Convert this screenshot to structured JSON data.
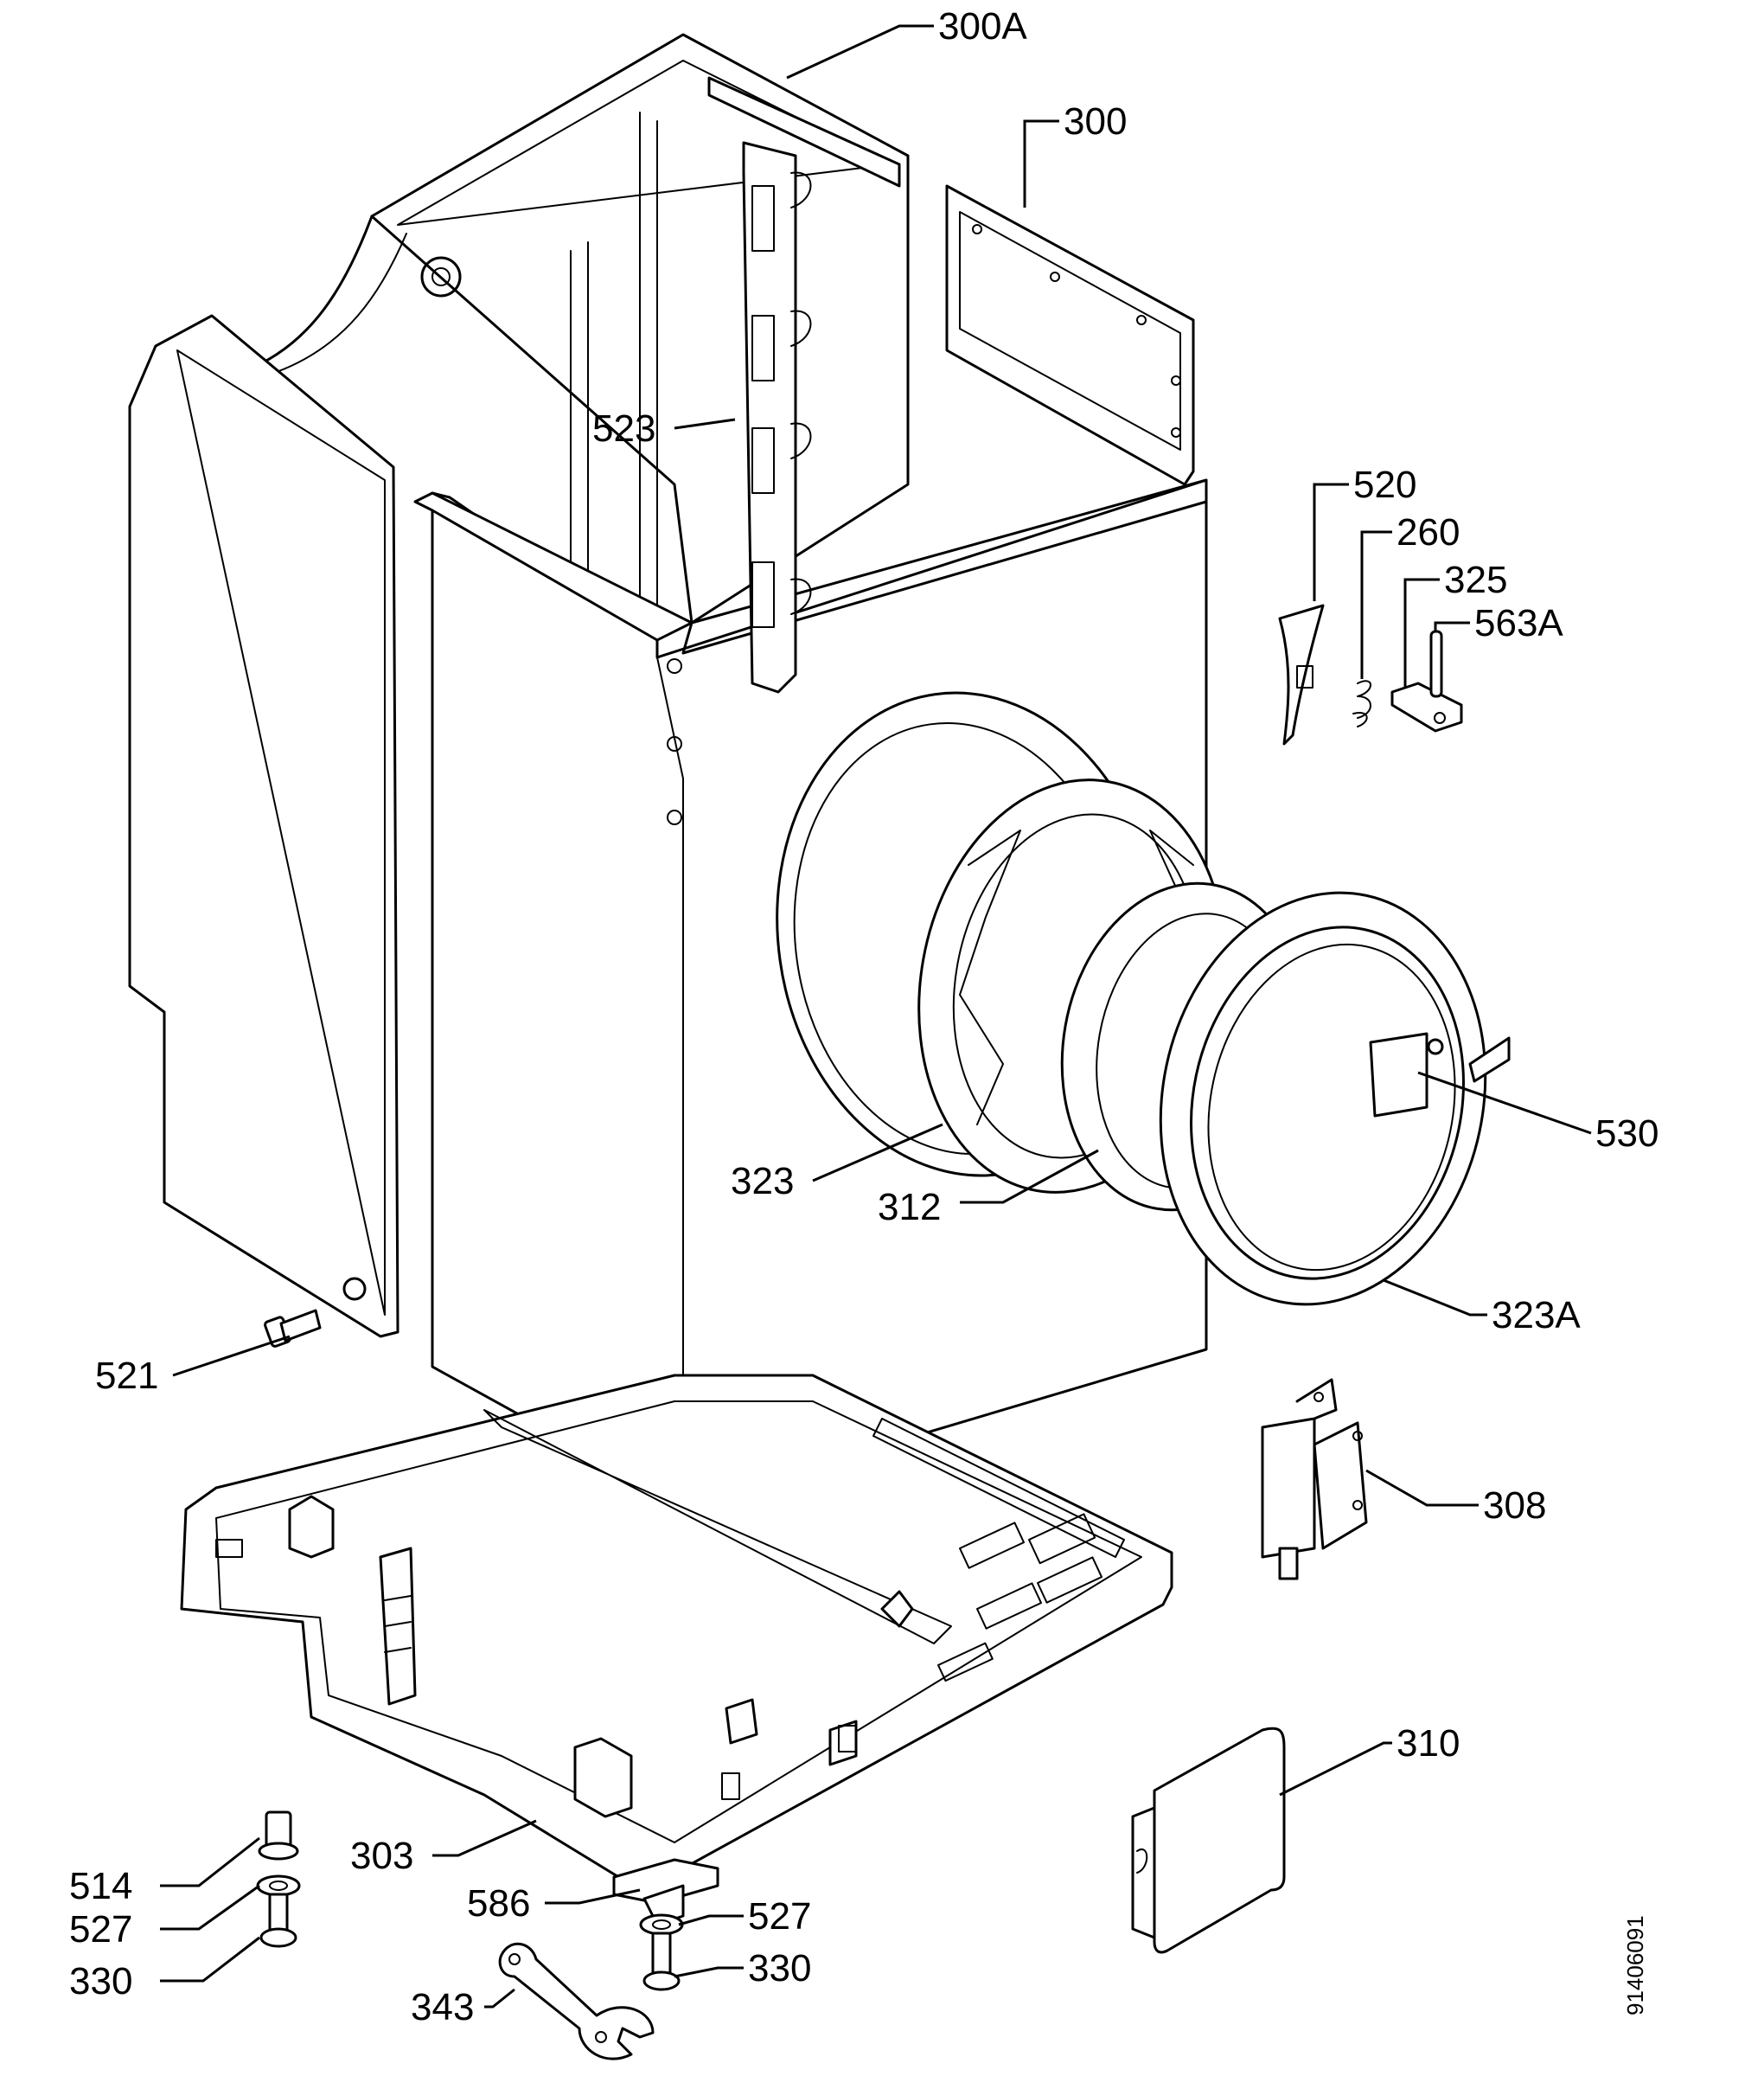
{
  "labels": {
    "l300A": "300A",
    "l300": "300",
    "l523": "523",
    "l520": "520",
    "l260": "260",
    "l325": "325",
    "l563A": "563A",
    "l530": "530",
    "l323": "323",
    "l312": "312",
    "l323A": "323A",
    "l521": "521",
    "l308": "308",
    "l310": "310",
    "l303": "303",
    "l514": "514",
    "l527a": "527",
    "l330a": "330",
    "l586": "586",
    "l527b": "527",
    "l330b": "330",
    "l343": "343"
  },
  "doc_number": "91406091"
}
